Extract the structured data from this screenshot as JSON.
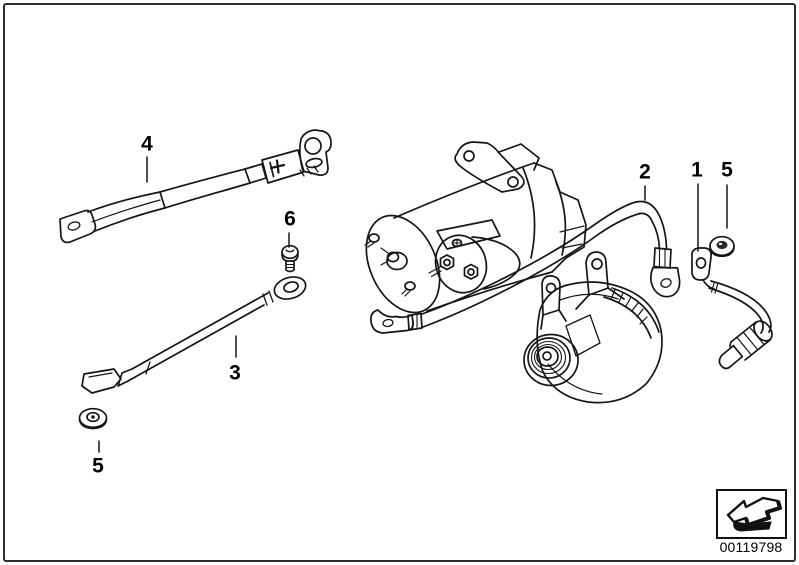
{
  "diagram": {
    "type": "exploded-parts-line-drawing",
    "background": "#ffffff",
    "line_color": "#161616",
    "frame_color": "#2d2d2d",
    "callouts": [
      {
        "label": "1",
        "points_to": "sensor-cable"
      },
      {
        "label": "2",
        "points_to": "ground-cable"
      },
      {
        "label": "3",
        "points_to": "straight-battery-cable"
      },
      {
        "label": "4",
        "points_to": "battery-strap-cable"
      },
      {
        "label": "5",
        "points_to": "hex-nut-top-right"
      },
      {
        "label": "5",
        "points_to": "washer-bottom-left"
      },
      {
        "label": "6",
        "points_to": "screw"
      }
    ]
  },
  "footer": {
    "part_number": "00119798",
    "icon": "folded-arrow-icon"
  }
}
